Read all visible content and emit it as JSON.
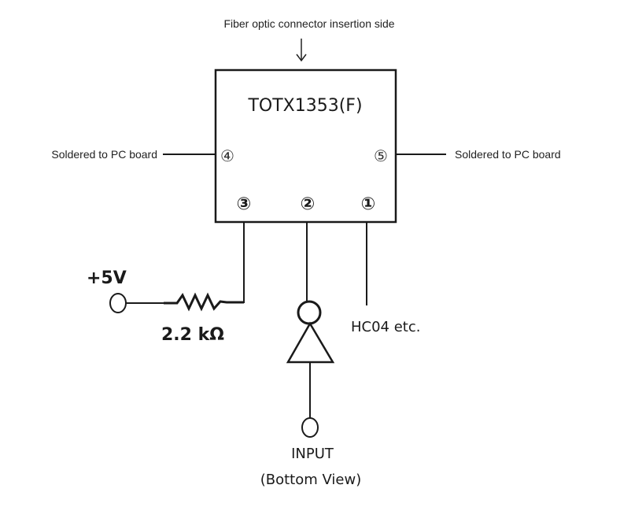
{
  "diagram": {
    "title_label": "Fiber optic connector insertion side",
    "arrow_icon": "down-arrow",
    "device": {
      "part_number": "TOTX1353(F)"
    },
    "pins": [
      {
        "number": "1",
        "glyph": "①",
        "connection": "HC04 etc."
      },
      {
        "number": "2",
        "glyph": "②",
        "connection": "INPUT"
      },
      {
        "number": "3",
        "glyph": "③",
        "connection": "+5V via 2.2 kΩ"
      },
      {
        "number": "4",
        "glyph": "④",
        "connection": "Soldered to PC board"
      },
      {
        "number": "5",
        "glyph": "⑤",
        "connection": "Soldered to PC board"
      }
    ],
    "left_label": "Soldered to PC board",
    "right_label": "Soldered to PC board",
    "supply_label": "+5V",
    "resistor_label": "2.2 kΩ",
    "gate_label": "HC04 etc.",
    "input_label": "INPUT",
    "view_label": "(Bottom View)",
    "colors": {
      "line": "#1a1a1a",
      "pin_ring": "#2a3a7a",
      "background": "#ffffff"
    }
  }
}
